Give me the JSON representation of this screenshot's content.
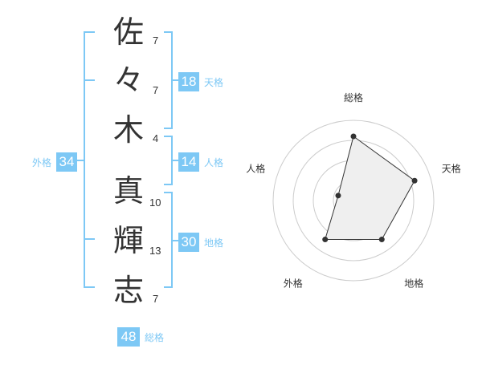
{
  "name_chars": [
    {
      "char": "佐",
      "strokes": "7"
    },
    {
      "char": "々",
      "strokes": "7"
    },
    {
      "char": "木",
      "strokes": "4"
    },
    {
      "char": "真",
      "strokes": "10"
    },
    {
      "char": "輝",
      "strokes": "13"
    },
    {
      "char": "志",
      "strokes": "7"
    }
  ],
  "fortunes": {
    "tenkaku": {
      "value": "18",
      "label": "天格"
    },
    "jinkaku": {
      "value": "14",
      "label": "人格"
    },
    "chikaku": {
      "value": "30",
      "label": "地格"
    },
    "gaikaku": {
      "value": "34",
      "label": "外格"
    },
    "soukaku": {
      "value": "48",
      "label": "総格"
    }
  },
  "accent_color": "#7dc8f5",
  "chart_data": {
    "type": "radar",
    "axes": [
      "総格",
      "天格",
      "地格",
      "外格",
      "人格"
    ],
    "values": [
      4,
      4,
      3,
      3,
      1
    ],
    "max": 5,
    "rings": 4
  }
}
